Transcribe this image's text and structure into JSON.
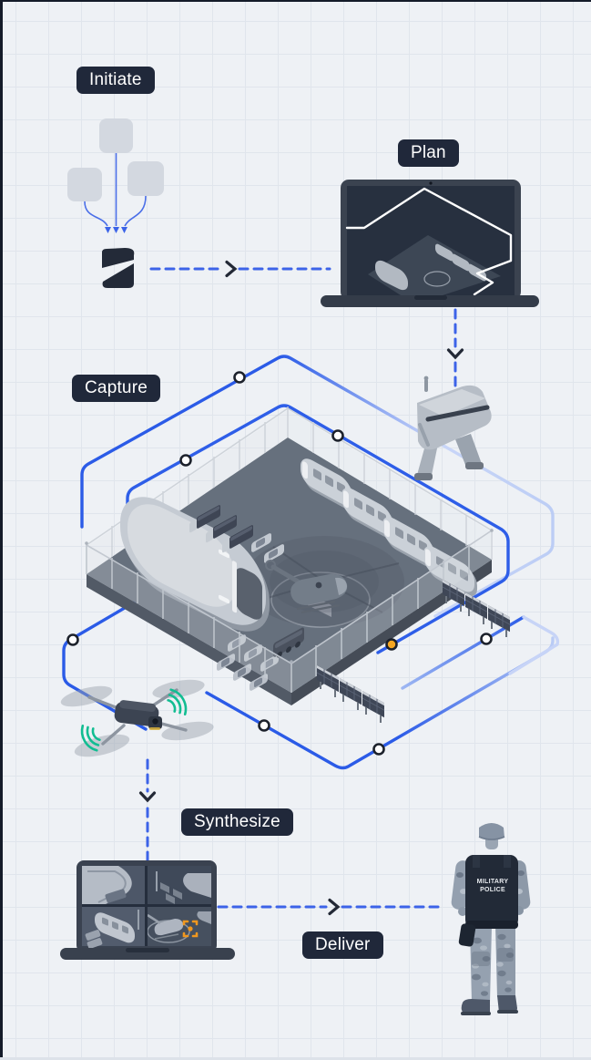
{
  "diagram": {
    "steps": [
      {
        "id": "initiate",
        "label": "Initiate"
      },
      {
        "id": "plan",
        "label": "Plan"
      },
      {
        "id": "capture",
        "label": "Capture"
      },
      {
        "id": "synthesize",
        "label": "Synthesize"
      },
      {
        "id": "deliver",
        "label": "Deliver"
      }
    ]
  },
  "soldier": {
    "vest_line1": "MILITARY",
    "vest_line2": "POLICE"
  },
  "flight_path": {
    "waypoint_count": 8,
    "standard_waypoints": 7,
    "active_waypoints": 1
  },
  "colors": {
    "background": "#eef1f5",
    "grid_line": "#e0e5ec",
    "frame_border": "#141b29",
    "badge_bg": "#20283a",
    "badge_text": "#ffffff",
    "path_blue": "#2e5ee8",
    "path_light_blue": "#c5d3f7",
    "dashed_arrow_blue": "#3c63e8",
    "chevron_dark": "#232936",
    "waypoint_ring": "#1c212b",
    "waypoint_fill": "#ffffff",
    "waypoint_active_fill": "#f5a623",
    "signal_green": "#12bd92",
    "reticle_orange": "#f0971f"
  }
}
